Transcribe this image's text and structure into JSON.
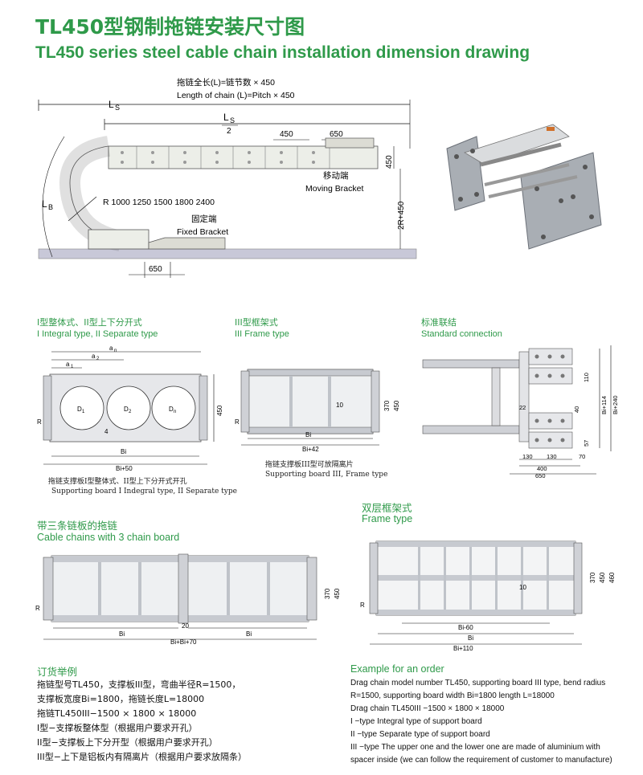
{
  "header": {
    "title_cn": "TL450型钢制拖链安装尺寸图",
    "title_en": "TL450 series steel cable chain installation dimension drawing"
  },
  "main_drawing": {
    "length_cn": "拖链全长(L)=链节数 × 450",
    "length_en": "Length of chain (L)=Pitch × 450",
    "ls": "L",
    "ls_sub": "S",
    "ls_half": "L",
    "ls_half_sub": "S",
    "ls_half_den": "2",
    "dim_450_top": "450",
    "dim_650_top": "650",
    "dim_450_side": "450",
    "dim_2r": "2R+450",
    "lb": "L",
    "lb_sub": "B",
    "radius": "R 1000  1250  1500  1800  2400",
    "moving_cn": "移动端",
    "moving_en": "Moving Bracket",
    "fixed_cn": "固定端",
    "fixed_en": "Fixed Bracket",
    "dim_650_bottom": "650"
  },
  "section_type1": {
    "title_cn": "I型整体式、II型上下分开式",
    "title_en": "I Integral type, II Separate type",
    "an": "a",
    "an_sub": "n",
    "a2": "a",
    "a2_sub": "2",
    "a1": "a",
    "a1_sub": "1",
    "d1": "D",
    "d1_sub": "1",
    "d2": "D",
    "d2_sub": "2",
    "dn": "D",
    "dn_sub": "n",
    "four": "4",
    "r": "R",
    "h450": "450",
    "bi": "Bi",
    "bi50": "Bi+50",
    "caption_cn": "拖链支撑板I型整体式、II型上下分开式开孔",
    "caption_en": "Supporting board I Indegral type, II Separate type"
  },
  "section_type3": {
    "title_cn": "III型框架式",
    "title_en": "III Frame type",
    "ten": "10",
    "h370": "370",
    "h450": "450",
    "r": "R",
    "bi": "Bi",
    "bi42": "Bi+42",
    "caption_cn": "拖链支撑板III型可放隔离片",
    "caption_en": "Supporting board III, Frame type"
  },
  "section_standard": {
    "title_cn": "标准联结",
    "title_en": "Standard connection",
    "d110": "110",
    "d22": "22",
    "d40": "40",
    "d57": "57",
    "bi114": "Bi+114",
    "bi240": "Bi+240",
    "d130": "130",
    "d130b": "130",
    "d70": "70",
    "d400": "400",
    "d650": "650"
  },
  "section_three": {
    "title_cn": "带三条链板的拖链",
    "title_en": "Cable chains with 3 chain board",
    "h370": "370",
    "h450": "450",
    "r": "R",
    "bi_left": "Bi",
    "twenty": "20",
    "bi_right": "Bi",
    "bibi70": "Bi+Bi+70"
  },
  "section_double": {
    "title_cn": "双层框架式",
    "title_en": "Frame type",
    "h370": "370",
    "h450": "450",
    "h460": "460",
    "ten": "10",
    "r": "R",
    "bi60": "Bi-60",
    "bi": "Bi",
    "bi110": "Bi+110"
  },
  "order_cn": {
    "title": "订货举例",
    "lines": [
      "拖链型号TL450，支撑板III型，弯曲半径R=1500，",
      "支撑板宽度Bi=1800，拖链长度L=18000",
      "拖链TL450III−1500 × 1800 × 18000",
      "I型−支撑板整体型（根据用户要求开孔）",
      "II型−支撑板上下分开型（根据用户要求开孔）",
      "III型−上下是铝板内有隔离片（根据用户要求放隔条）"
    ]
  },
  "order_en": {
    "title": "Example for an order",
    "lines": [
      "Drag chain model number TL450, supporting board III type, bend radius",
      "R=1500, supporting board width Bi=1800 length L=18000",
      "Drag chain TL450III −1500 × 1800 × 18000",
      "I −type Integral type of support board",
      "II −type Separate type of support board",
      "III −type The upper one and the lower one are made of aluminium with",
      "spacer inside  (we can follow the requirement of customer to manufacture)"
    ]
  }
}
